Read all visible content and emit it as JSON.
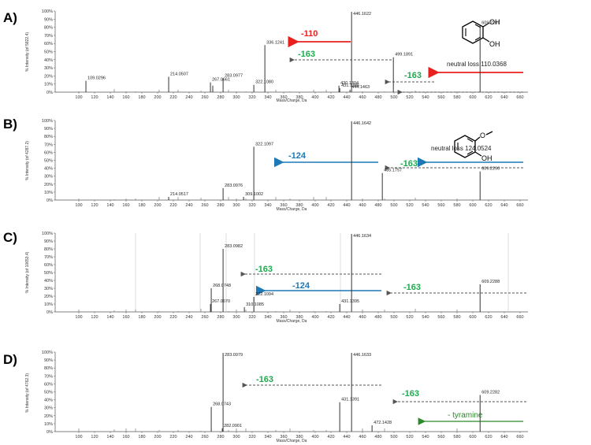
{
  "colors": {
    "red": "#e8211e",
    "green": "#1faa4f",
    "blue": "#1d78b5",
    "darkgreen": "#2b8a2b",
    "gray": "#555555",
    "bar": "#333333"
  },
  "chart_data": [
    {
      "panel": "A)",
      "type": "bar",
      "ylabel": "% Intensity (of 5822.4)",
      "xlabel": "Mass/Charge, Da",
      "xlim": [
        70,
        670
      ],
      "ylim": [
        0,
        100
      ],
      "x_ticks": [
        "100",
        "120",
        "140",
        "160",
        "180",
        "200",
        "220",
        "240",
        "260",
        "280",
        "300",
        "320",
        "340",
        "360",
        "380",
        "400",
        "420",
        "440",
        "460",
        "480",
        "500",
        "520",
        "540",
        "560",
        "580",
        "600",
        "620",
        "640",
        "660"
      ],
      "y_ticks": [
        "0%",
        "10%",
        "20%",
        "30%",
        "40%",
        "50%",
        "60%",
        "70%",
        "80%",
        "90%",
        "100%"
      ],
      "peaks": [
        {
          "mz": 109.0296,
          "int": 14,
          "label": "109.0296"
        },
        {
          "mz": 214.0507,
          "int": 19,
          "label": "214.0507"
        },
        {
          "mz": 267.0661,
          "int": 12,
          "label": "267.0661"
        },
        {
          "mz": 270.0,
          "int": 8
        },
        {
          "mz": 283.0977,
          "int": 17,
          "label": "283.0977"
        },
        {
          "mz": 322.108,
          "int": 9,
          "label": "322.1080"
        },
        {
          "mz": 336.1241,
          "int": 58,
          "label": "336.1241"
        },
        {
          "mz": 430.1304,
          "int": 8,
          "label": "430.1304"
        },
        {
          "mz": 431.1386,
          "int": 5,
          "label": "431.1386"
        },
        {
          "mz": 444.1463,
          "int": 3,
          "label": "444.1463"
        },
        {
          "mz": 446.1622,
          "int": 99,
          "label": "446.1622"
        },
        {
          "mz": 499.1891,
          "int": 43,
          "label": "499.1891"
        },
        {
          "mz": 609.2267,
          "int": 82,
          "label": "609.2267"
        }
      ],
      "annotations": [
        {
          "text": "-110",
          "color": "red"
        },
        {
          "text": "-163",
          "color": "green"
        },
        {
          "text": "-163",
          "color": "green"
        },
        {
          "text": "neutral loss 110.0368",
          "color": "note"
        }
      ],
      "structure_labels": [
        "OH",
        "OH"
      ]
    },
    {
      "panel": "B)",
      "type": "bar",
      "ylabel": "% Intensity (of 4287.2)",
      "xlabel": "Mass/Charge, Da",
      "xlim": [
        70,
        670
      ],
      "ylim": [
        0,
        100
      ],
      "x_ticks": [
        "100",
        "120",
        "140",
        "160",
        "180",
        "200",
        "220",
        "240",
        "260",
        "280",
        "300",
        "320",
        "340",
        "360",
        "380",
        "400",
        "420",
        "440",
        "460",
        "480",
        "500",
        "520",
        "540",
        "560",
        "580",
        "600",
        "620",
        "640",
        "660"
      ],
      "y_ticks": [
        "0%",
        "10%",
        "20%",
        "30%",
        "40%",
        "50%",
        "60%",
        "70%",
        "80%",
        "90%",
        "100%"
      ],
      "peaks": [
        {
          "mz": 214.0517,
          "int": 4,
          "label": "214.0517"
        },
        {
          "mz": 283.0976,
          "int": 15,
          "label": "283.0976"
        },
        {
          "mz": 309.1002,
          "int": 4,
          "label": "309.1002"
        },
        {
          "mz": 322.1097,
          "int": 67,
          "label": "322.1097"
        },
        {
          "mz": 446.1642,
          "int": 99,
          "label": "446.1642"
        },
        {
          "mz": 485.1757,
          "int": 34,
          "label": "485.1757"
        },
        {
          "mz": 609.229,
          "int": 36,
          "label": "609.2290"
        }
      ],
      "annotations": [
        {
          "text": "-124",
          "color": "blue"
        },
        {
          "text": "-163",
          "color": "green"
        },
        {
          "text": "neutral loss 124.0524",
          "color": "note"
        }
      ],
      "structure_labels": [
        "OH"
      ]
    },
    {
      "panel": "C)",
      "type": "bar",
      "ylabel": "% Intensity (of 10653.4)",
      "xlabel": "Mass/Charge, Da",
      "xlim": [
        70,
        670
      ],
      "ylim": [
        0,
        100
      ],
      "x_ticks": [
        "100",
        "120",
        "140",
        "160",
        "180",
        "200",
        "220",
        "240",
        "260",
        "280",
        "300",
        "320",
        "340",
        "360",
        "380",
        "400",
        "420",
        "440",
        "460",
        "480",
        "500",
        "520",
        "540",
        "560",
        "580",
        "600",
        "620",
        "640",
        "660"
      ],
      "y_ticks": [
        "0%",
        "10%",
        "20%",
        "30%",
        "40%",
        "50%",
        "60%",
        "70%",
        "80%",
        "90%",
        "100%"
      ],
      "peaks": [
        {
          "mz": 267.067,
          "int": 10,
          "label": "267.0670"
        },
        {
          "mz": 268.0748,
          "int": 30,
          "label": "268.0748"
        },
        {
          "mz": 283.0982,
          "int": 80,
          "label": "283.0982"
        },
        {
          "mz": 310.1085,
          "int": 6,
          "label": "310.1085"
        },
        {
          "mz": 322.1094,
          "int": 19,
          "label": "322.1094"
        },
        {
          "mz": 431.1395,
          "int": 10,
          "label": "431.1395"
        },
        {
          "mz": 446.1634,
          "int": 99,
          "label": "446.1634"
        },
        {
          "mz": 609.2288,
          "int": 35,
          "label": "609.2288"
        }
      ],
      "annotations": [
        {
          "text": "-163",
          "color": "green"
        },
        {
          "text": "-124",
          "color": "blue"
        },
        {
          "text": "-163",
          "color": "green"
        }
      ]
    },
    {
      "panel": "D)",
      "type": "bar",
      "ylabel": "% Intensity (of 4762.3)",
      "xlabel": "Mass/Charge, Da",
      "xlim": [
        70,
        670
      ],
      "ylim": [
        0,
        100
      ],
      "x_ticks": [
        "100",
        "120",
        "140",
        "160",
        "180",
        "200",
        "220",
        "240",
        "260",
        "280",
        "300",
        "320",
        "340",
        "360",
        "380",
        "400",
        "420",
        "440",
        "460",
        "480",
        "500",
        "520",
        "540",
        "560",
        "580",
        "600",
        "620",
        "640",
        "660"
      ],
      "y_ticks": [
        "0%",
        "10%",
        "20%",
        "30%",
        "40%",
        "50%",
        "60%",
        "70%",
        "80%",
        "90%",
        "100%"
      ],
      "peaks": [
        {
          "mz": 268.0743,
          "int": 31,
          "label": "268.0743"
        },
        {
          "mz": 282.0901,
          "int": 4,
          "label": "282.0901"
        },
        {
          "mz": 283.0979,
          "int": 99,
          "label": "283.0979"
        },
        {
          "mz": 431.1391,
          "int": 37,
          "label": "431.1391"
        },
        {
          "mz": 446.1633,
          "int": 99,
          "label": "446.1633"
        },
        {
          "mz": 472.1428,
          "int": 8,
          "label": "472.1428"
        },
        {
          "mz": 609.2282,
          "int": 46,
          "label": "609.2282"
        }
      ],
      "annotations": [
        {
          "text": "-163",
          "color": "green"
        },
        {
          "text": "-163",
          "color": "green"
        },
        {
          "text": "- tyramine",
          "color": "darkgreen"
        }
      ]
    }
  ]
}
